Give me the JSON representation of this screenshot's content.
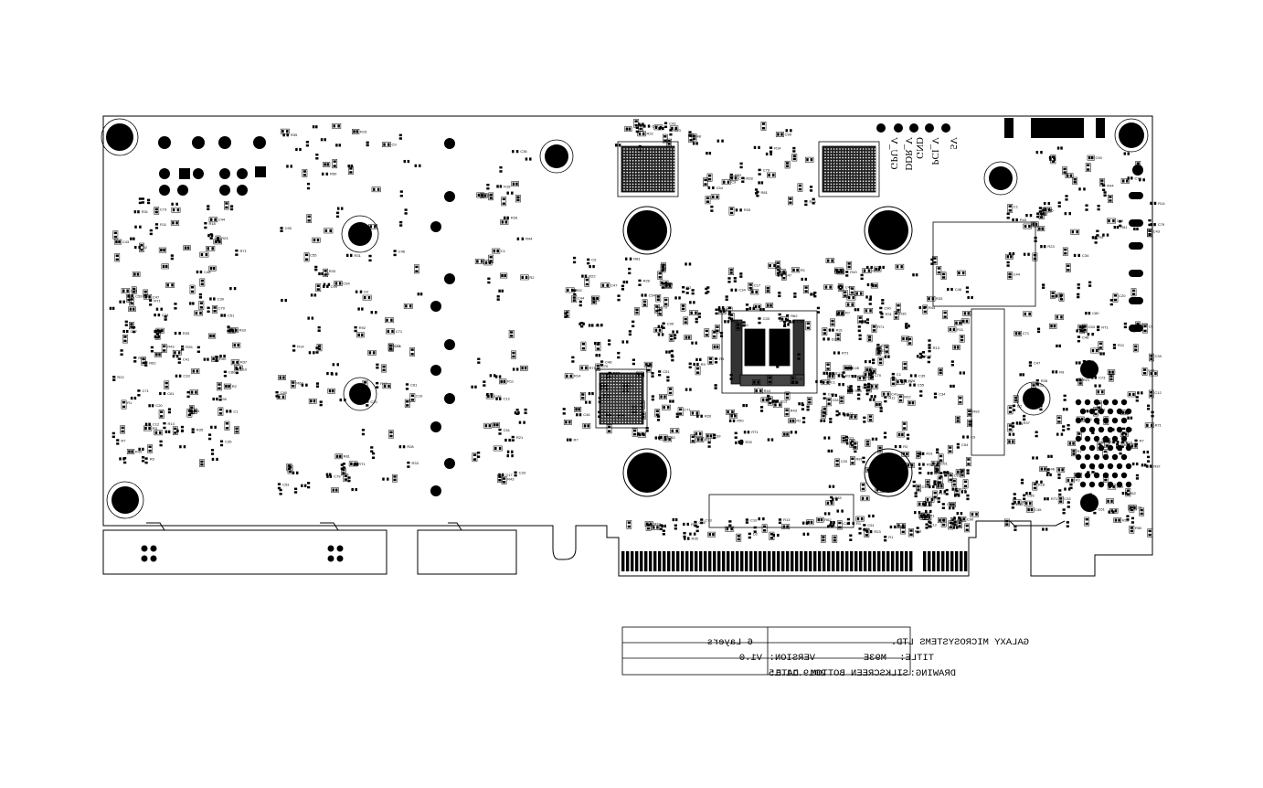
{
  "board": {
    "rail_labels": [
      "GPU_V",
      "DDR_V",
      "GND",
      "PCI_V",
      "5V"
    ],
    "designators": [
      "R33",
      "C20",
      "R1",
      "R13",
      "R50",
      "C55",
      "D2",
      "RT1",
      "C80",
      "R35",
      "C10",
      "R33",
      "C73",
      "R62",
      "R31",
      "C41",
      "C53",
      "C61",
      "C71",
      "C90",
      "C12",
      "R43",
      "R2",
      "C35",
      "R11",
      "C34",
      "R26",
      "C51",
      "C1",
      "R44",
      "R21",
      "R18",
      "C17",
      "C45",
      "C33",
      "C39",
      "R7",
      "R9",
      "C70",
      "R3",
      "R71",
      "C44",
      "R37",
      "C47",
      "C48",
      "R22",
      "R23",
      "C43",
      "R15",
      "C54",
      "C46",
      "R14",
      "C9",
      "R28",
      "C79",
      "R81",
      "R92",
      "C99"
    ]
  },
  "title_block": {
    "company": "GALAXY MICROSYSTEMS LTD.",
    "title_label": "TITLE:",
    "title_value": "M93E",
    "version_label": "VERSION:",
    "version_value": "V1.0",
    "drawing_label": "DRAWING:",
    "drawing_value": "SILKSCREEN BOTTOM",
    "date_label": "DATE:",
    "date_value": "2019.11.15",
    "layers_label": "6 Layers"
  }
}
